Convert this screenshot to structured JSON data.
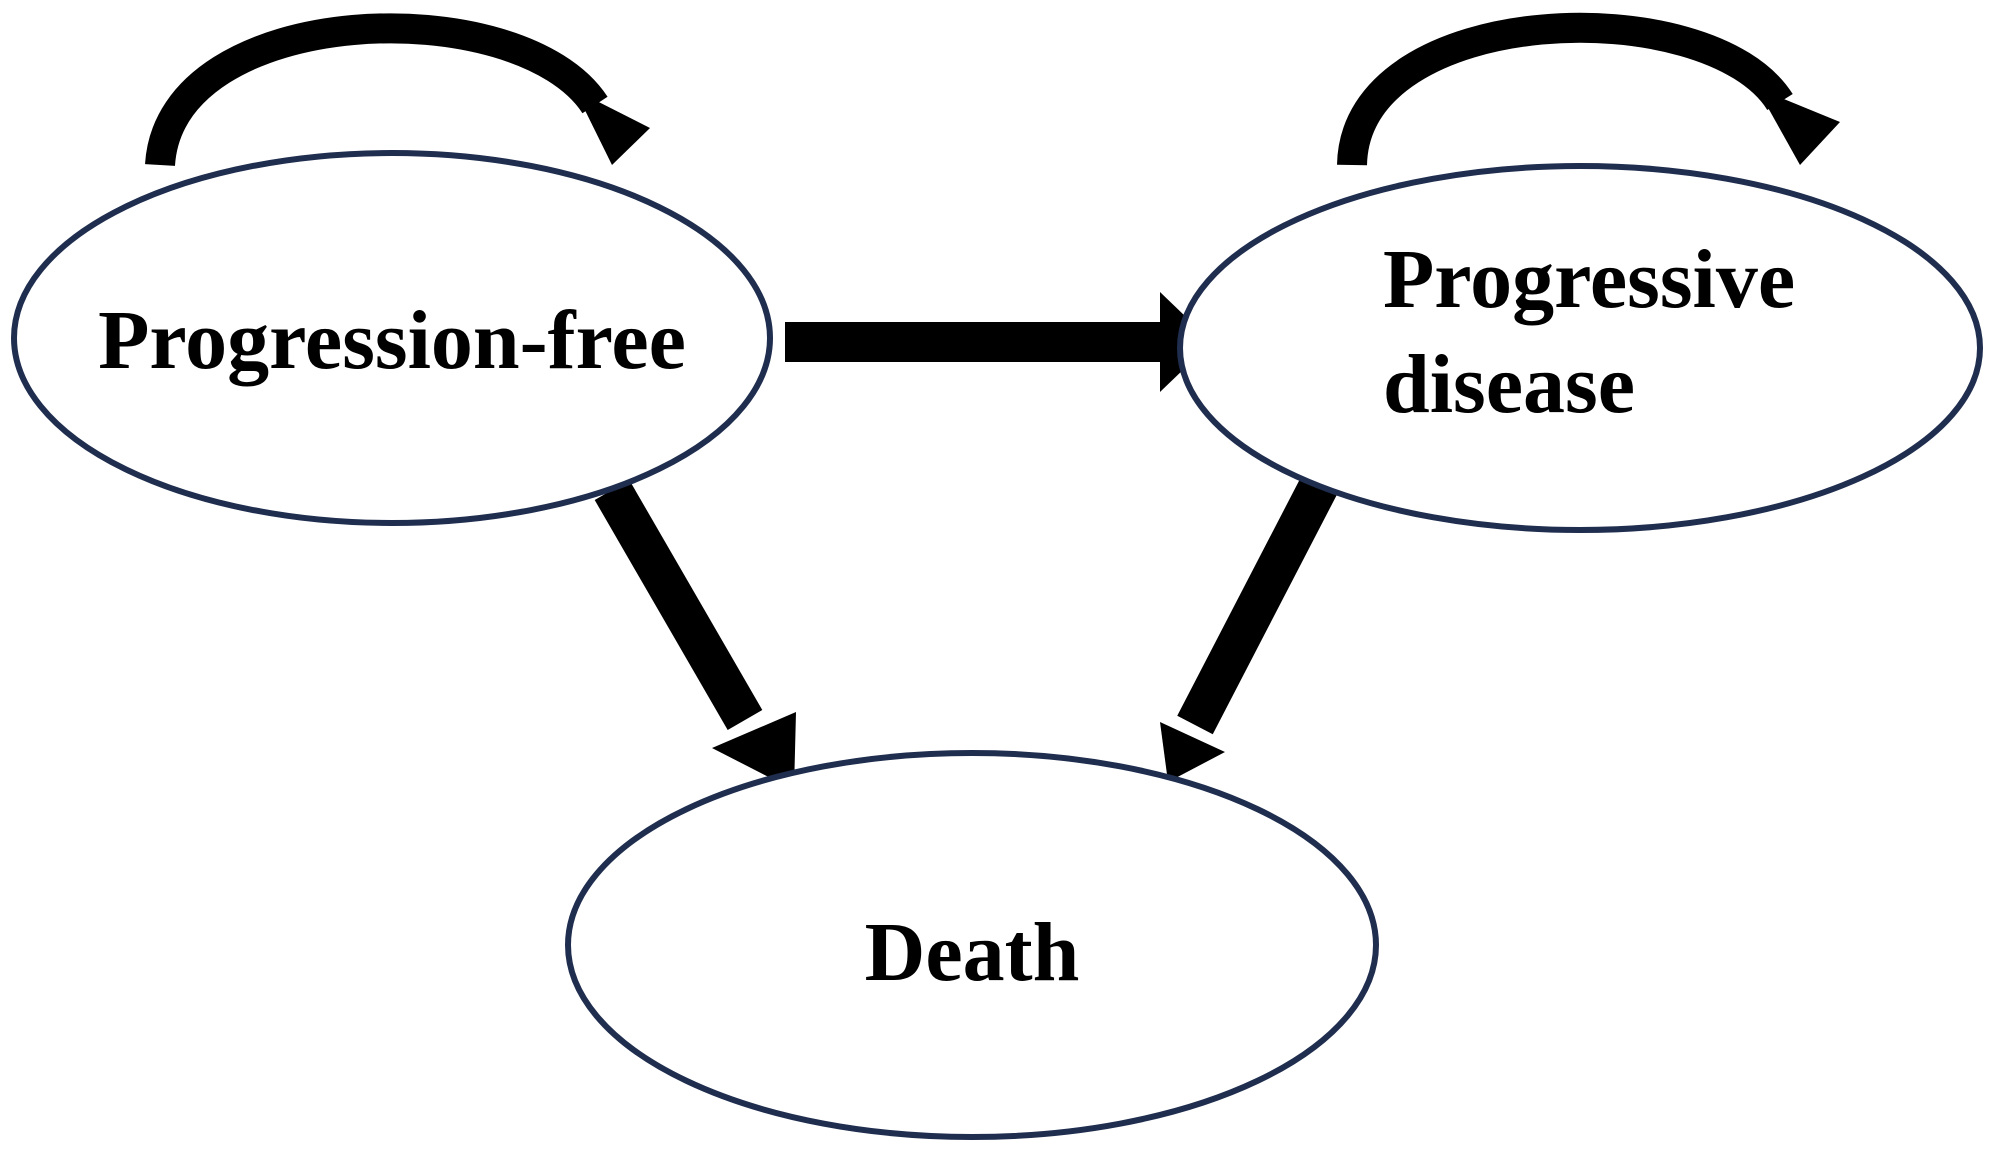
{
  "states": {
    "progression_free": {
      "label": "Progression-free"
    },
    "progressive_disease": {
      "line1": "Progressive",
      "line2": "disease"
    },
    "death": {
      "label": "Death"
    }
  },
  "transitions": [
    {
      "from": "Progression-free",
      "to": "Progression-free"
    },
    {
      "from": "Progression-free",
      "to": "Progressive disease"
    },
    {
      "from": "Progression-free",
      "to": "Death"
    },
    {
      "from": "Progressive disease",
      "to": "Progressive disease"
    },
    {
      "from": "Progressive disease",
      "to": "Death"
    }
  ],
  "colors": {
    "ellipse_outline": "#1f2d4e",
    "arrow": "#000000",
    "text": "#000000",
    "background": "#ffffff"
  }
}
